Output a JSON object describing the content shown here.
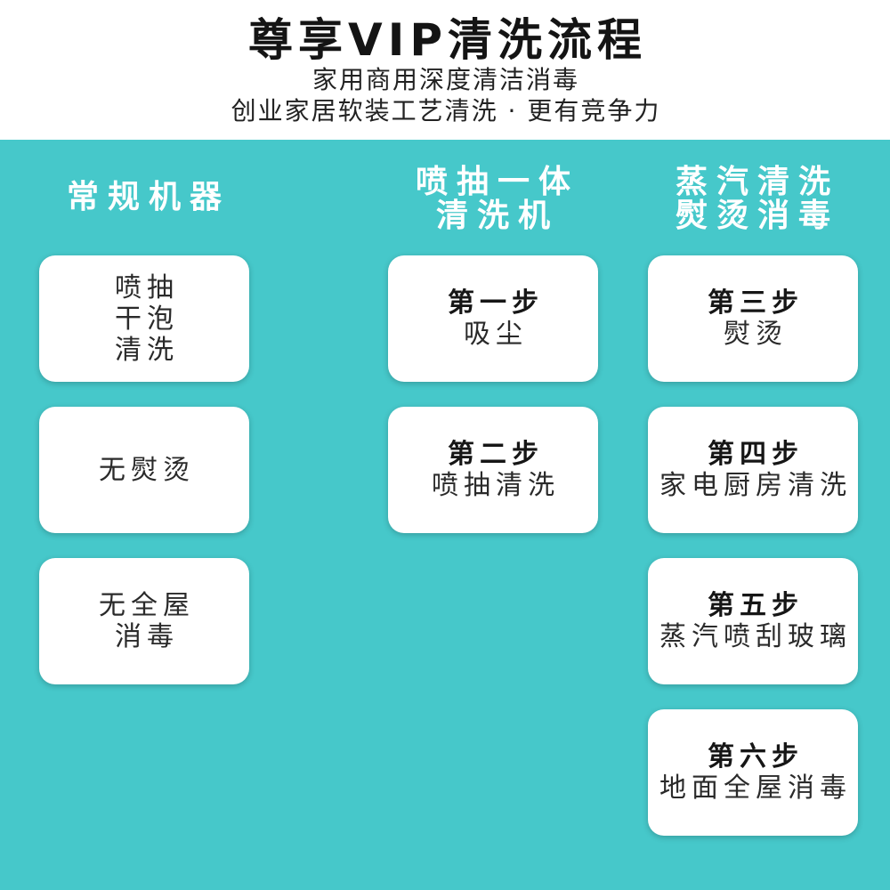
{
  "header": {
    "title": "尊享VIP清洗流程",
    "subtitle_lines": [
      "家用商用深度清洁消毒",
      "创业家居软装工艺清洗 · 更有竞争力"
    ]
  },
  "colors": {
    "panel_background": "#46C8CA",
    "card_background": "#FFFFFF",
    "heading_text": "#FFFFFF",
    "title_text": "#141414",
    "card_text": "#2A2A2A"
  },
  "columns": [
    {
      "heading_lines": [
        "常规机器"
      ],
      "cards": [
        {
          "lines": [
            "喷抽",
            "干泡",
            "清洗"
          ]
        },
        {
          "lines": [
            "无熨烫"
          ]
        },
        {
          "lines": [
            "无全屋",
            "消毒"
          ]
        }
      ]
    },
    {
      "heading_lines": [
        "喷抽一体",
        "清洗机"
      ],
      "cards": [
        {
          "step": "第一步",
          "text": "吸尘"
        },
        {
          "step": "第二步",
          "text": "喷抽清洗"
        }
      ]
    },
    {
      "heading_lines": [
        "蒸汽清洗",
        "熨烫消毒"
      ],
      "cards": [
        {
          "step": "第三步",
          "text": "熨烫"
        },
        {
          "step": "第四步",
          "text": "家电厨房清洗"
        },
        {
          "step": "第五步",
          "text": "蒸汽喷刮玻璃"
        },
        {
          "step": "第六步",
          "text": "地面全屋消毒"
        }
      ]
    }
  ]
}
